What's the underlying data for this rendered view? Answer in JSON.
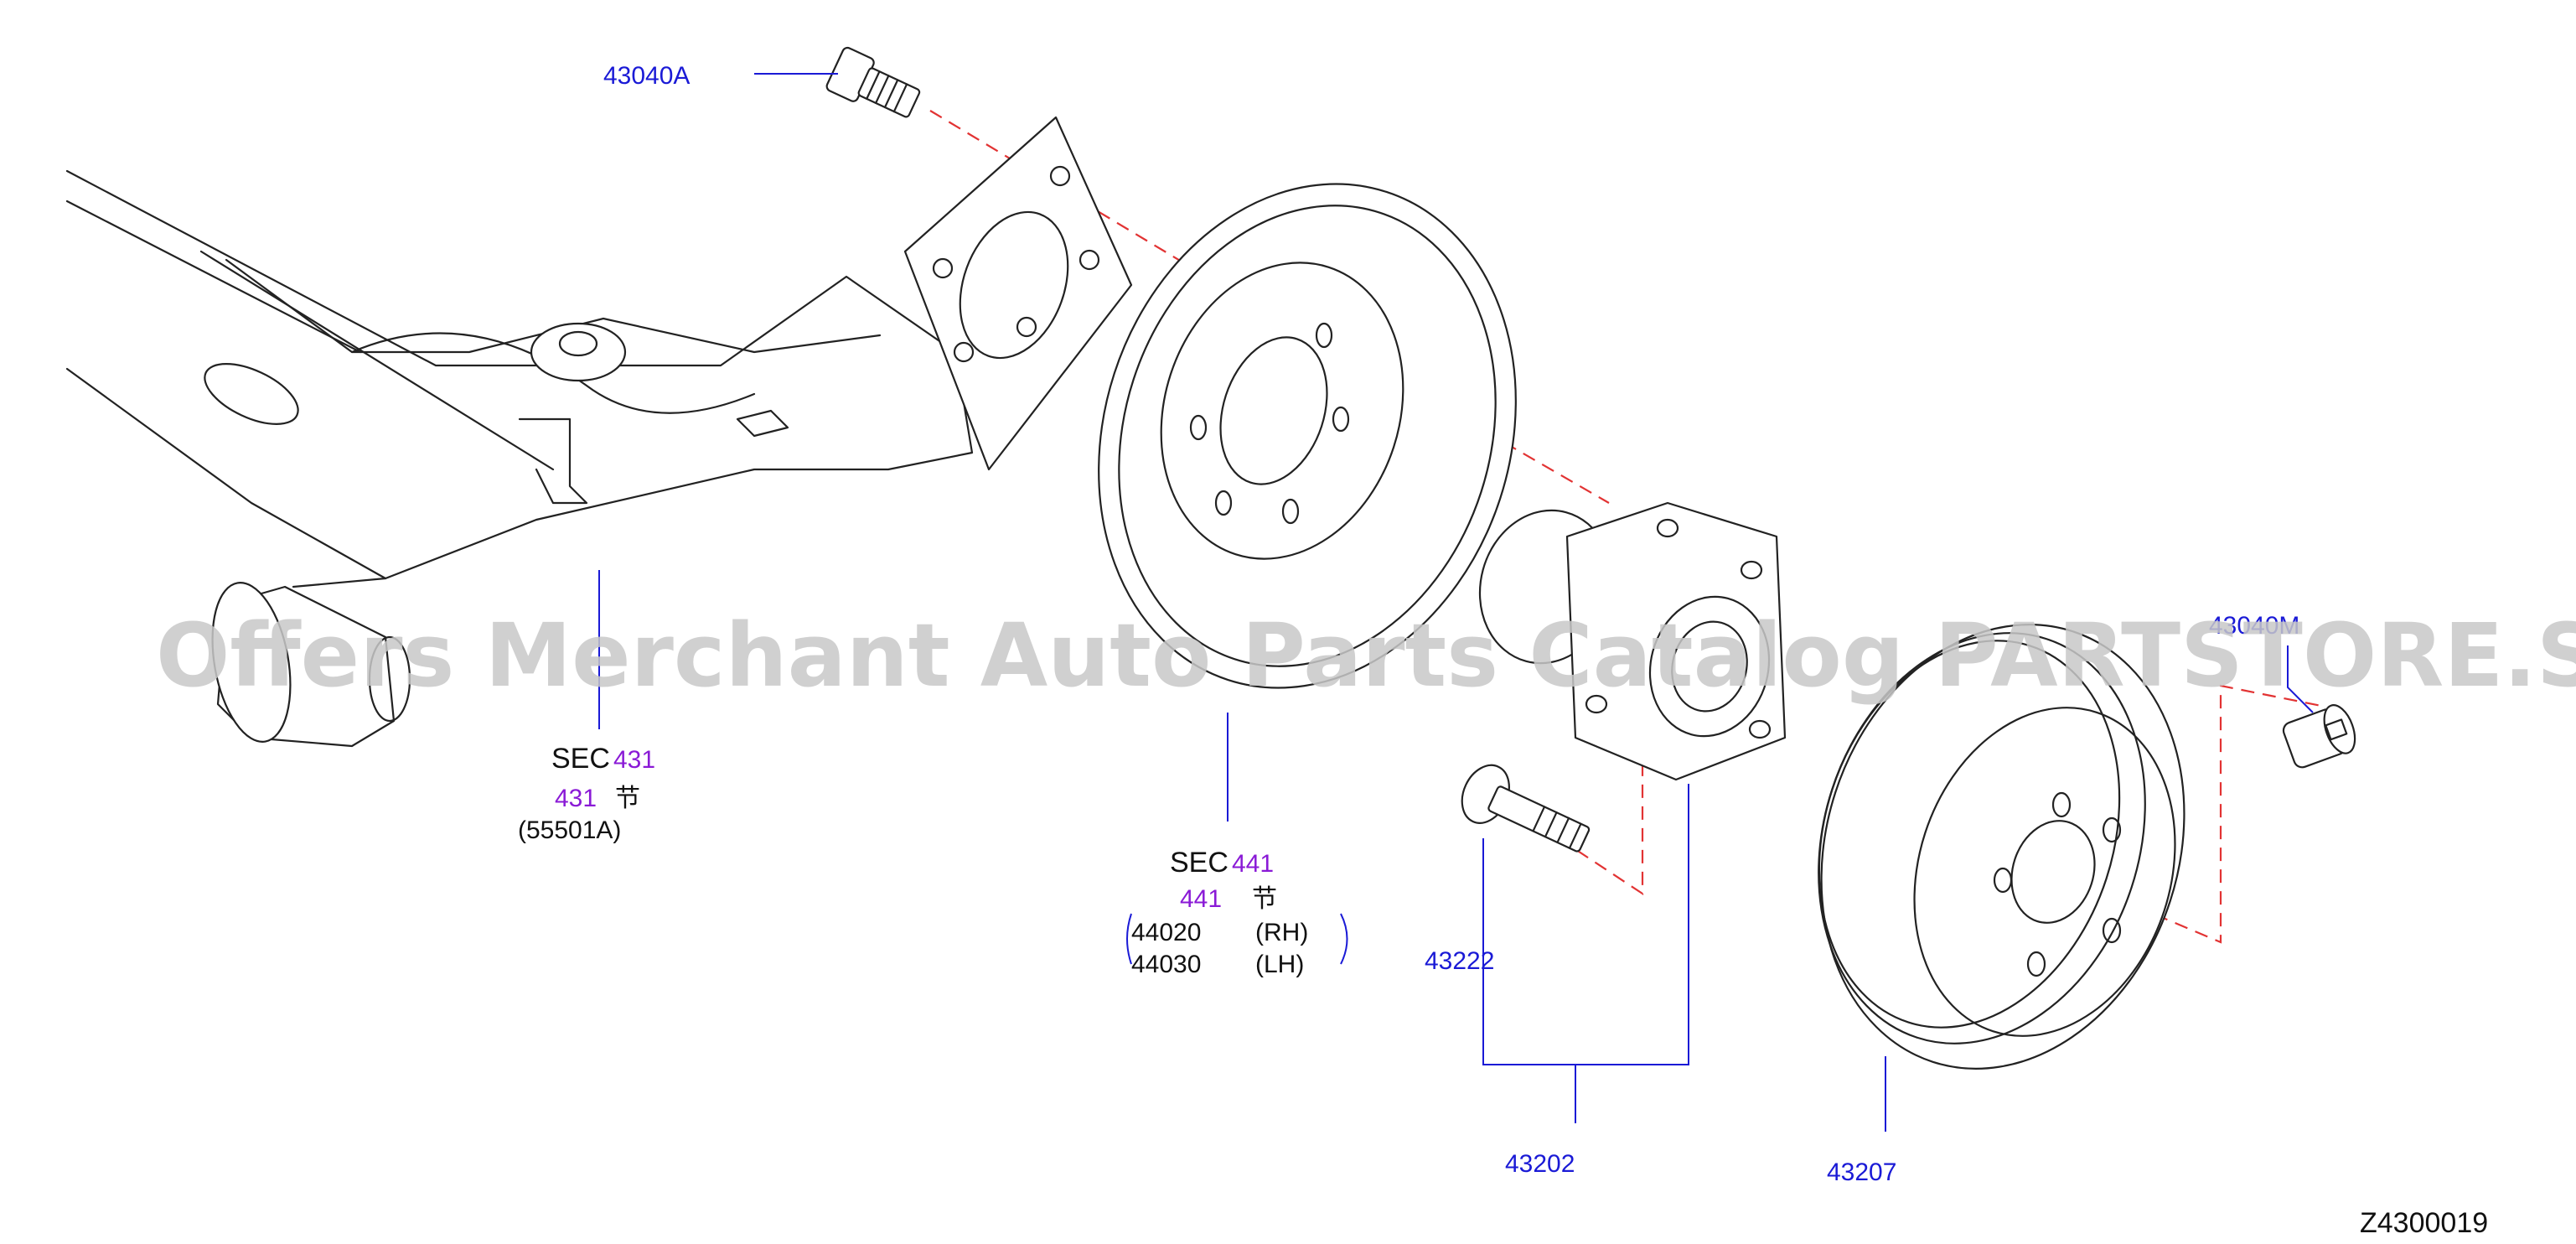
{
  "diagram_id": "Z4300019",
  "watermark": "Offers Merchant Auto Parts Catalog PARTSTORE.SA",
  "colors": {
    "part_number": "#1a1ad6",
    "section_ref": "#8a1ad6",
    "guide_line": "#e23333",
    "outline": "#222222"
  },
  "callouts": {
    "bolt": "43040A",
    "hub_bolt": "43222",
    "hub_assembly": "43202",
    "rotor": "43207",
    "cap": "43040M"
  },
  "sec431": {
    "sec": "SEC",
    "ref": "431",
    "line2_ref": "431",
    "line2_char": "节",
    "part": "(55501A)"
  },
  "sec441": {
    "sec": "SEC",
    "ref": "441",
    "line2_ref": "441",
    "line2_char": "节",
    "rh_part": "44020",
    "rh_side": "(RH)",
    "lh_part": "44030",
    "lh_side": "(LH)"
  }
}
